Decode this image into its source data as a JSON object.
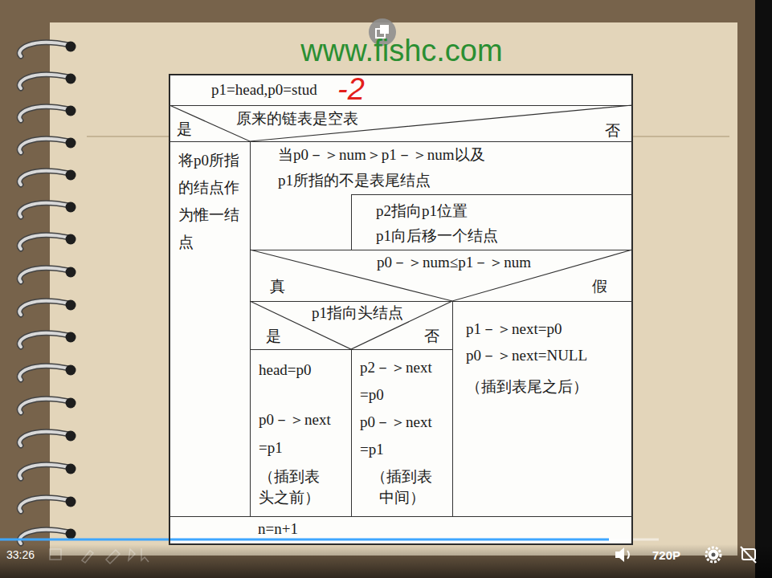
{
  "diagram": {
    "nodes": [
      {
        "text": [
          "p1=head,p0=stud"
        ]
      },
      {
        "text": [
          "原来的链表是空表",
          "是",
          "否"
        ]
      },
      {
        "text": [
          "将p0所指的结点作为惟一结点"
        ]
      },
      {
        "text": [
          "当p0－＞num＞p1－＞num以及 p1所指的不是表尾结点"
        ]
      },
      {
        "text": [
          "p2指向p1位置 p1向后移一个结点"
        ],
        "in": 3
      },
      {
        "text": [
          "p0－＞num≤p1－＞num",
          "真",
          "假"
        ]
      },
      {
        "text": [
          "p1指向头结点",
          "是",
          "否"
        ]
      },
      {
        "text": [
          "head=p0",
          "p0－＞next =p1",
          "（插到表头之前）"
        ]
      },
      {
        "text": [
          "p2－＞next =p0",
          "p0－＞next =p1",
          "（插到表中间）"
        ]
      },
      {
        "text": [
          "p1－＞next=p0",
          "p0－＞next=NULL",
          "（插到表尾之后）"
        ]
      },
      {
        "text": [
          "n=n+1"
        ]
      }
    ],
    "labels": [
      "www.fishc.com",
      "-2",
      "33:26",
      "720P"
    ]
  }
}
